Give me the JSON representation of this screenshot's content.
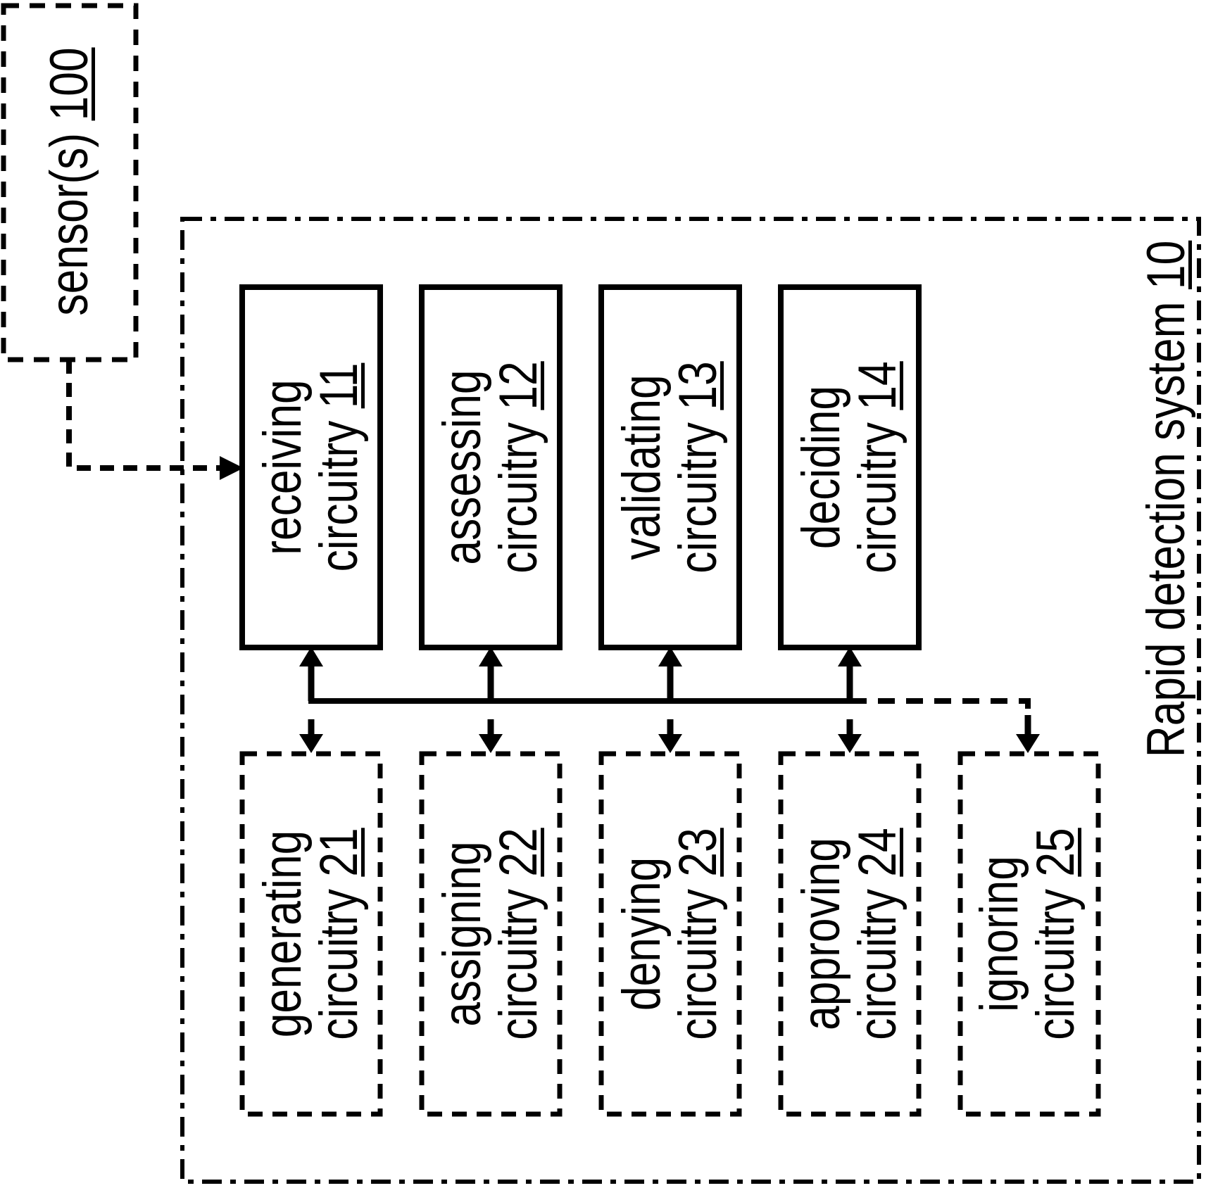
{
  "figure": {
    "background": "#ffffff",
    "ink": "#000000",
    "type": "patent-block-diagram"
  },
  "sensor": {
    "label": "sensor(s)",
    "ref": "100"
  },
  "system": {
    "label": "Rapid detection system",
    "ref": "10"
  },
  "top_row": [
    {
      "line1": "receiving",
      "line2": "circuitry",
      "ref": "11"
    },
    {
      "line1": "assessing",
      "line2": "circuitry",
      "ref": "12"
    },
    {
      "line1": "validating",
      "line2": "circuitry",
      "ref": "13"
    },
    {
      "line1": "deciding",
      "line2": "circuitry",
      "ref": "14"
    }
  ],
  "bottom_row": [
    {
      "line1": "generating",
      "line2": "circuitry",
      "ref": "21"
    },
    {
      "line1": "assigning",
      "line2": "circuitry",
      "ref": "22"
    },
    {
      "line1": "denying",
      "line2": "circuitry",
      "ref": "23"
    },
    {
      "line1": "approving",
      "line2": "circuitry",
      "ref": "24"
    },
    {
      "line1": "ignoring",
      "line2": "circuitry",
      "ref": "25"
    }
  ]
}
